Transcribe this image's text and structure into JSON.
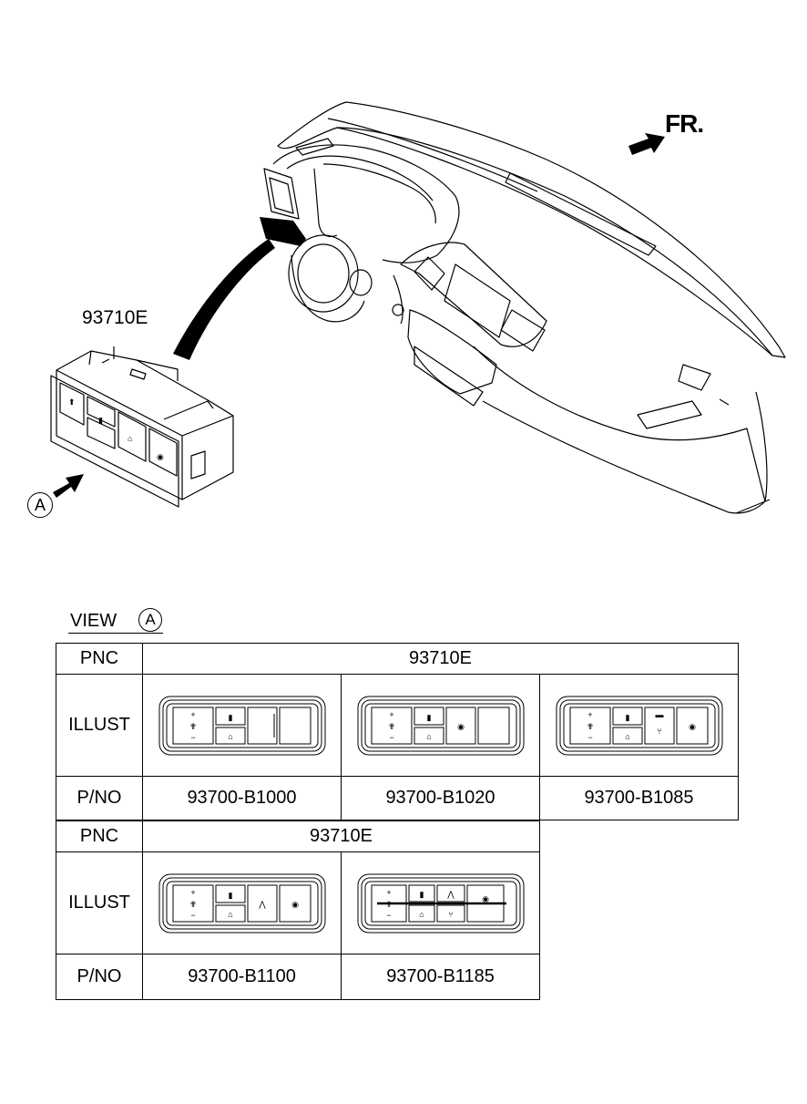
{
  "diagram": {
    "front_label": "FR.",
    "assembly_pnc": "93710E",
    "view_ref": "A"
  },
  "view": {
    "label": "VIEW",
    "ref": "A"
  },
  "table1": {
    "pnc_header": "PNC",
    "pnc_value": "93710E",
    "illust_header": "ILLUST",
    "pno_header": "P/NO",
    "parts": [
      "93700-B1000",
      "93700-B1020",
      "93700-B1085"
    ]
  },
  "table2": {
    "pnc_header": "PNC",
    "pnc_value": "93710E",
    "illust_header": "ILLUST",
    "pno_header": "P/NO",
    "parts": [
      "93700-B1100",
      "93700-B1185"
    ]
  },
  "icons": [
    "steering-heat-icon",
    "fuel-door-icon",
    "trunk-icon",
    "lane-assist-icon",
    "parking-sensor-icon",
    "seat-icon"
  ]
}
